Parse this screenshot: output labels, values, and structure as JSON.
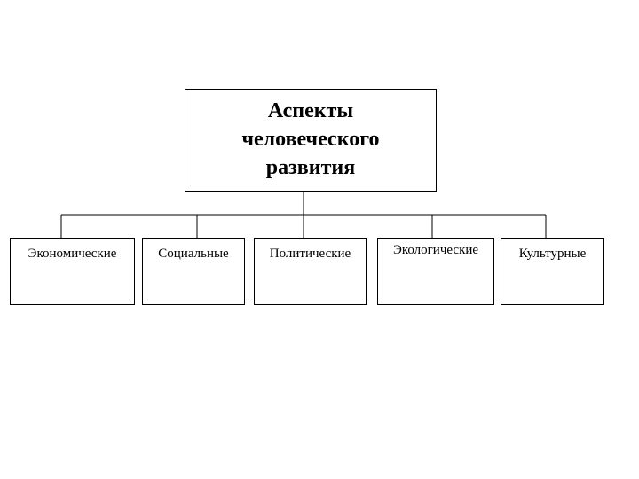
{
  "diagram": {
    "root": {
      "title": "Аспекты\nчеловеческого\nразвития"
    },
    "children": [
      {
        "label": "Экономические"
      },
      {
        "label": "Социальные"
      },
      {
        "label": "Политические"
      },
      {
        "label": "Экологические"
      },
      {
        "label": "Культурные"
      }
    ],
    "colors": {
      "line": "#000000",
      "background": "#ffffff"
    }
  }
}
